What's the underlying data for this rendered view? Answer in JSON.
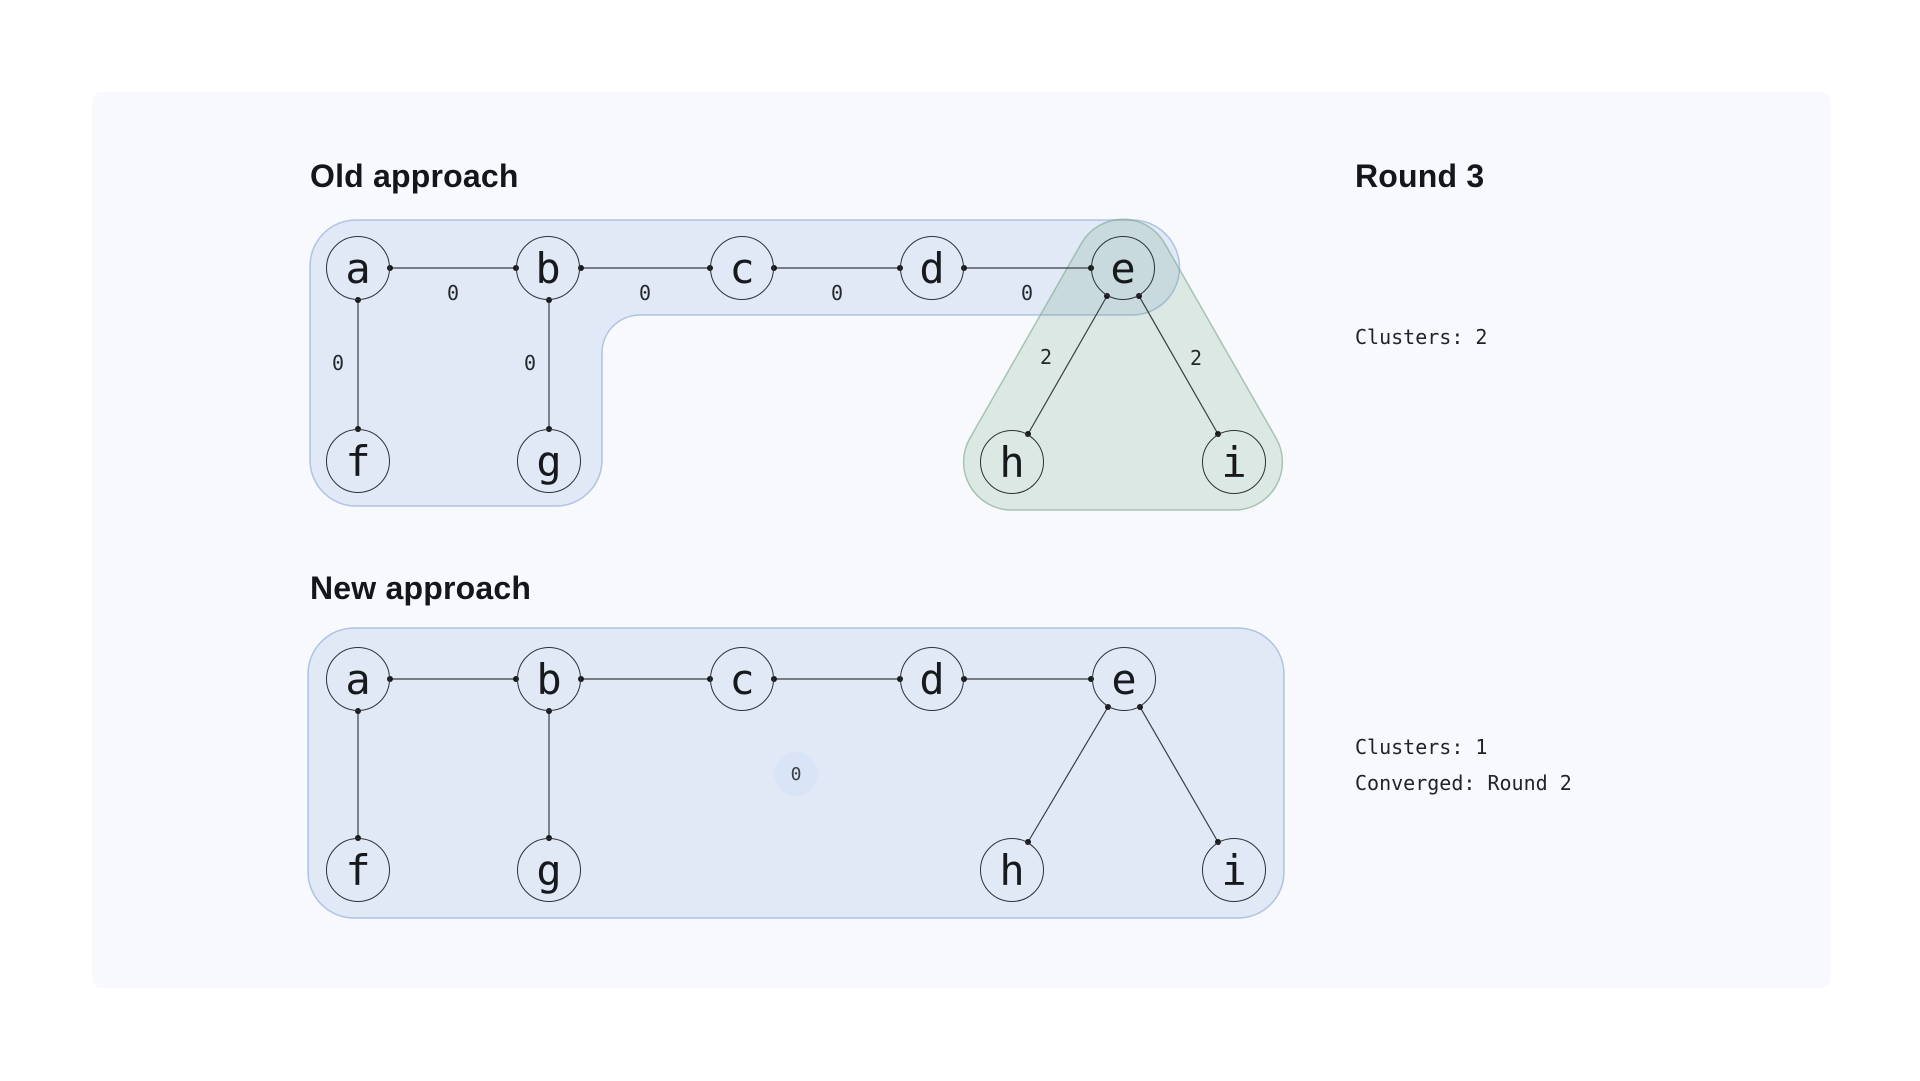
{
  "old": {
    "title": "Old approach",
    "nodes": {
      "a": "a",
      "b": "b",
      "c": "c",
      "d": "d",
      "e": "e",
      "f": "f",
      "g": "g",
      "h": "h",
      "i": "i"
    },
    "weights": {
      "ab": "0",
      "bc": "0",
      "cd": "0",
      "de": "0",
      "af": "0",
      "bg": "0",
      "eh": "2",
      "ei": "2"
    }
  },
  "new": {
    "title": "New approach",
    "nodes": {
      "a": "a",
      "b": "b",
      "c": "c",
      "d": "d",
      "e": "e",
      "f": "f",
      "g": "g",
      "h": "h",
      "i": "i"
    },
    "floating_weight": "0"
  },
  "status": {
    "round": "Round 3",
    "old_clusters": "Clusters: 2",
    "new_clusters": "Clusters: 1",
    "converged": "Converged: Round 2"
  },
  "colors": {
    "cluster_blue_fill": "#e1e9f7",
    "cluster_blue_stroke": "#c6d6ee",
    "cluster_green_fill": "#e0eae7",
    "cluster_green_stroke": "#bad2c4",
    "panel_bg": "#f8f9fd",
    "edge": "#3a3d41",
    "text": "#202328"
  }
}
